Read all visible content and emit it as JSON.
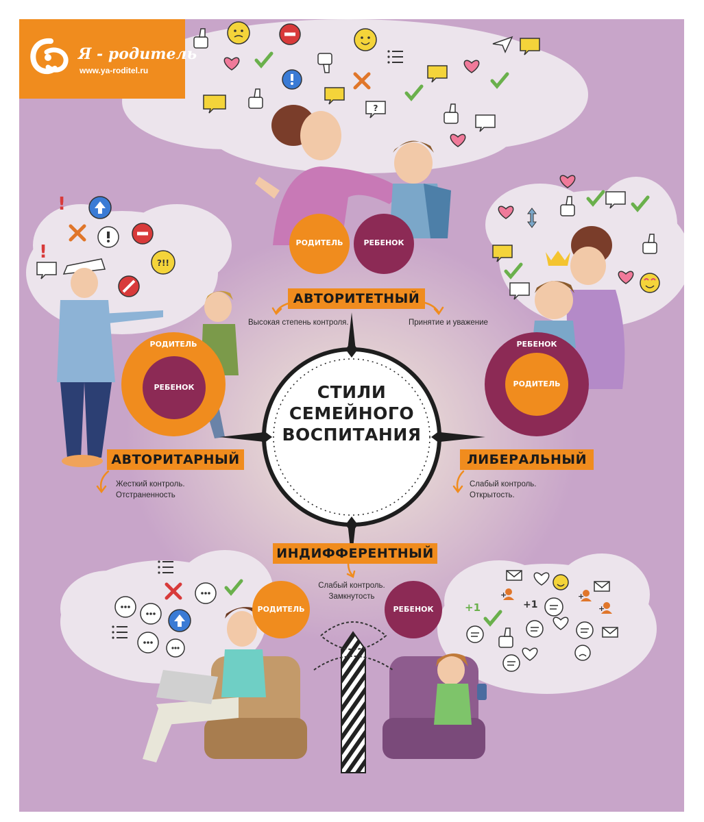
{
  "logo": {
    "name": "Я - родитель",
    "url": "www.ya-roditel.ru"
  },
  "center_title": [
    "Стили",
    "семейного",
    "воспитания"
  ],
  "styles": [
    {
      "id": "authoritative",
      "title": "Авторитетный",
      "notes": [
        "Высокая степень контроля.",
        "Принятие и уважение"
      ]
    },
    {
      "id": "authoritarian",
      "title": "Авторитарный",
      "notes": [
        "Жесткий контроль.",
        "Отстраненность"
      ]
    },
    {
      "id": "liberal",
      "title": "Либеральный",
      "notes": [
        "Слабый контроль.",
        "Открытость."
      ]
    },
    {
      "id": "indifferent",
      "title": "Индифферентный",
      "notes": [
        "Слабый контроль.",
        "Замкнутость"
      ]
    }
  ],
  "roles": {
    "parent": "Родитель",
    "child": "Ребенок"
  },
  "colors": {
    "background": "#c8a5c9",
    "orange": "#f08c1e",
    "plum": "#8c2a55",
    "cloud": "#ece4ec"
  },
  "icons": [
    "thumbs-up-icon",
    "thumbs-down-icon",
    "heart-icon",
    "check-icon",
    "cross-icon",
    "exclamation-icon",
    "question-icon",
    "speech-bubble-icon",
    "smiley-icon",
    "arrow-up-icon",
    "stop-icon",
    "envelope-icon",
    "person-plus-icon",
    "plus-one-icon",
    "list-icon",
    "paper-plane-icon"
  ]
}
